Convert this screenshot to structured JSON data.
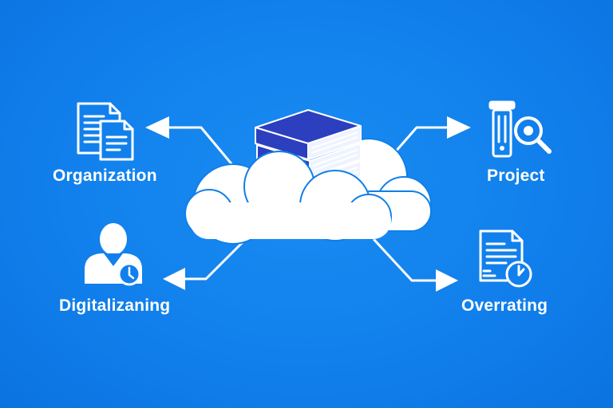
{
  "diagram": {
    "nodes": [
      {
        "id": "organization",
        "label": "Organization",
        "icon": "documents-icon"
      },
      {
        "id": "project",
        "label": "Project",
        "icon": "server-magnifier-icon"
      },
      {
        "id": "digitalizaning",
        "label": "Digitalizaning",
        "icon": "person-clock-icon"
      },
      {
        "id": "overrating",
        "label": "Overrating",
        "icon": "document-clock-icon"
      }
    ],
    "center": {
      "icon": "cloud-books-icon"
    }
  },
  "colors": {
    "background": "#1180ec",
    "foreground": "#ffffff",
    "book_blue": "#2b3fbf",
    "book_blue_dark": "#1f2f9e"
  }
}
